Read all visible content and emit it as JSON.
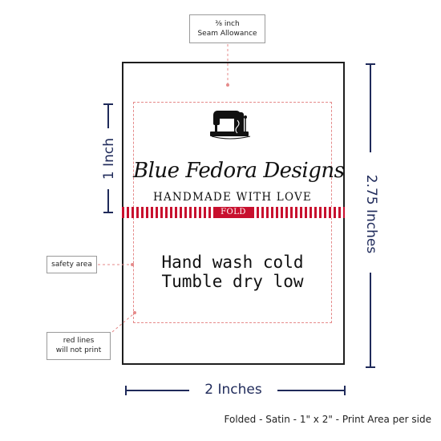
{
  "annotations": {
    "seam_line1": "⅜ inch",
    "seam_line2": "Seam Allowance",
    "safety": "safety area",
    "red_lines_line1": "red lines",
    "red_lines_line2": "will not print"
  },
  "label": {
    "brand": "Blue Fedora Designs",
    "tagline": "HANDMADE WITH LOVE",
    "fold": "FOLD",
    "care_line1": "Hand wash cold",
    "care_line2": "Tumble dry low",
    "logo_icon": "sewing-machine-icon"
  },
  "dimensions": {
    "width": "2 Inches",
    "height": "2.75 Inches",
    "fold_height": "1 Inch"
  },
  "footer": "Folded - Satin - 1\" x 2\" - Print Area per side",
  "colors": {
    "navy": "#1f2a5a",
    "red": "#c8102e",
    "guide": "#e58a8a"
  }
}
